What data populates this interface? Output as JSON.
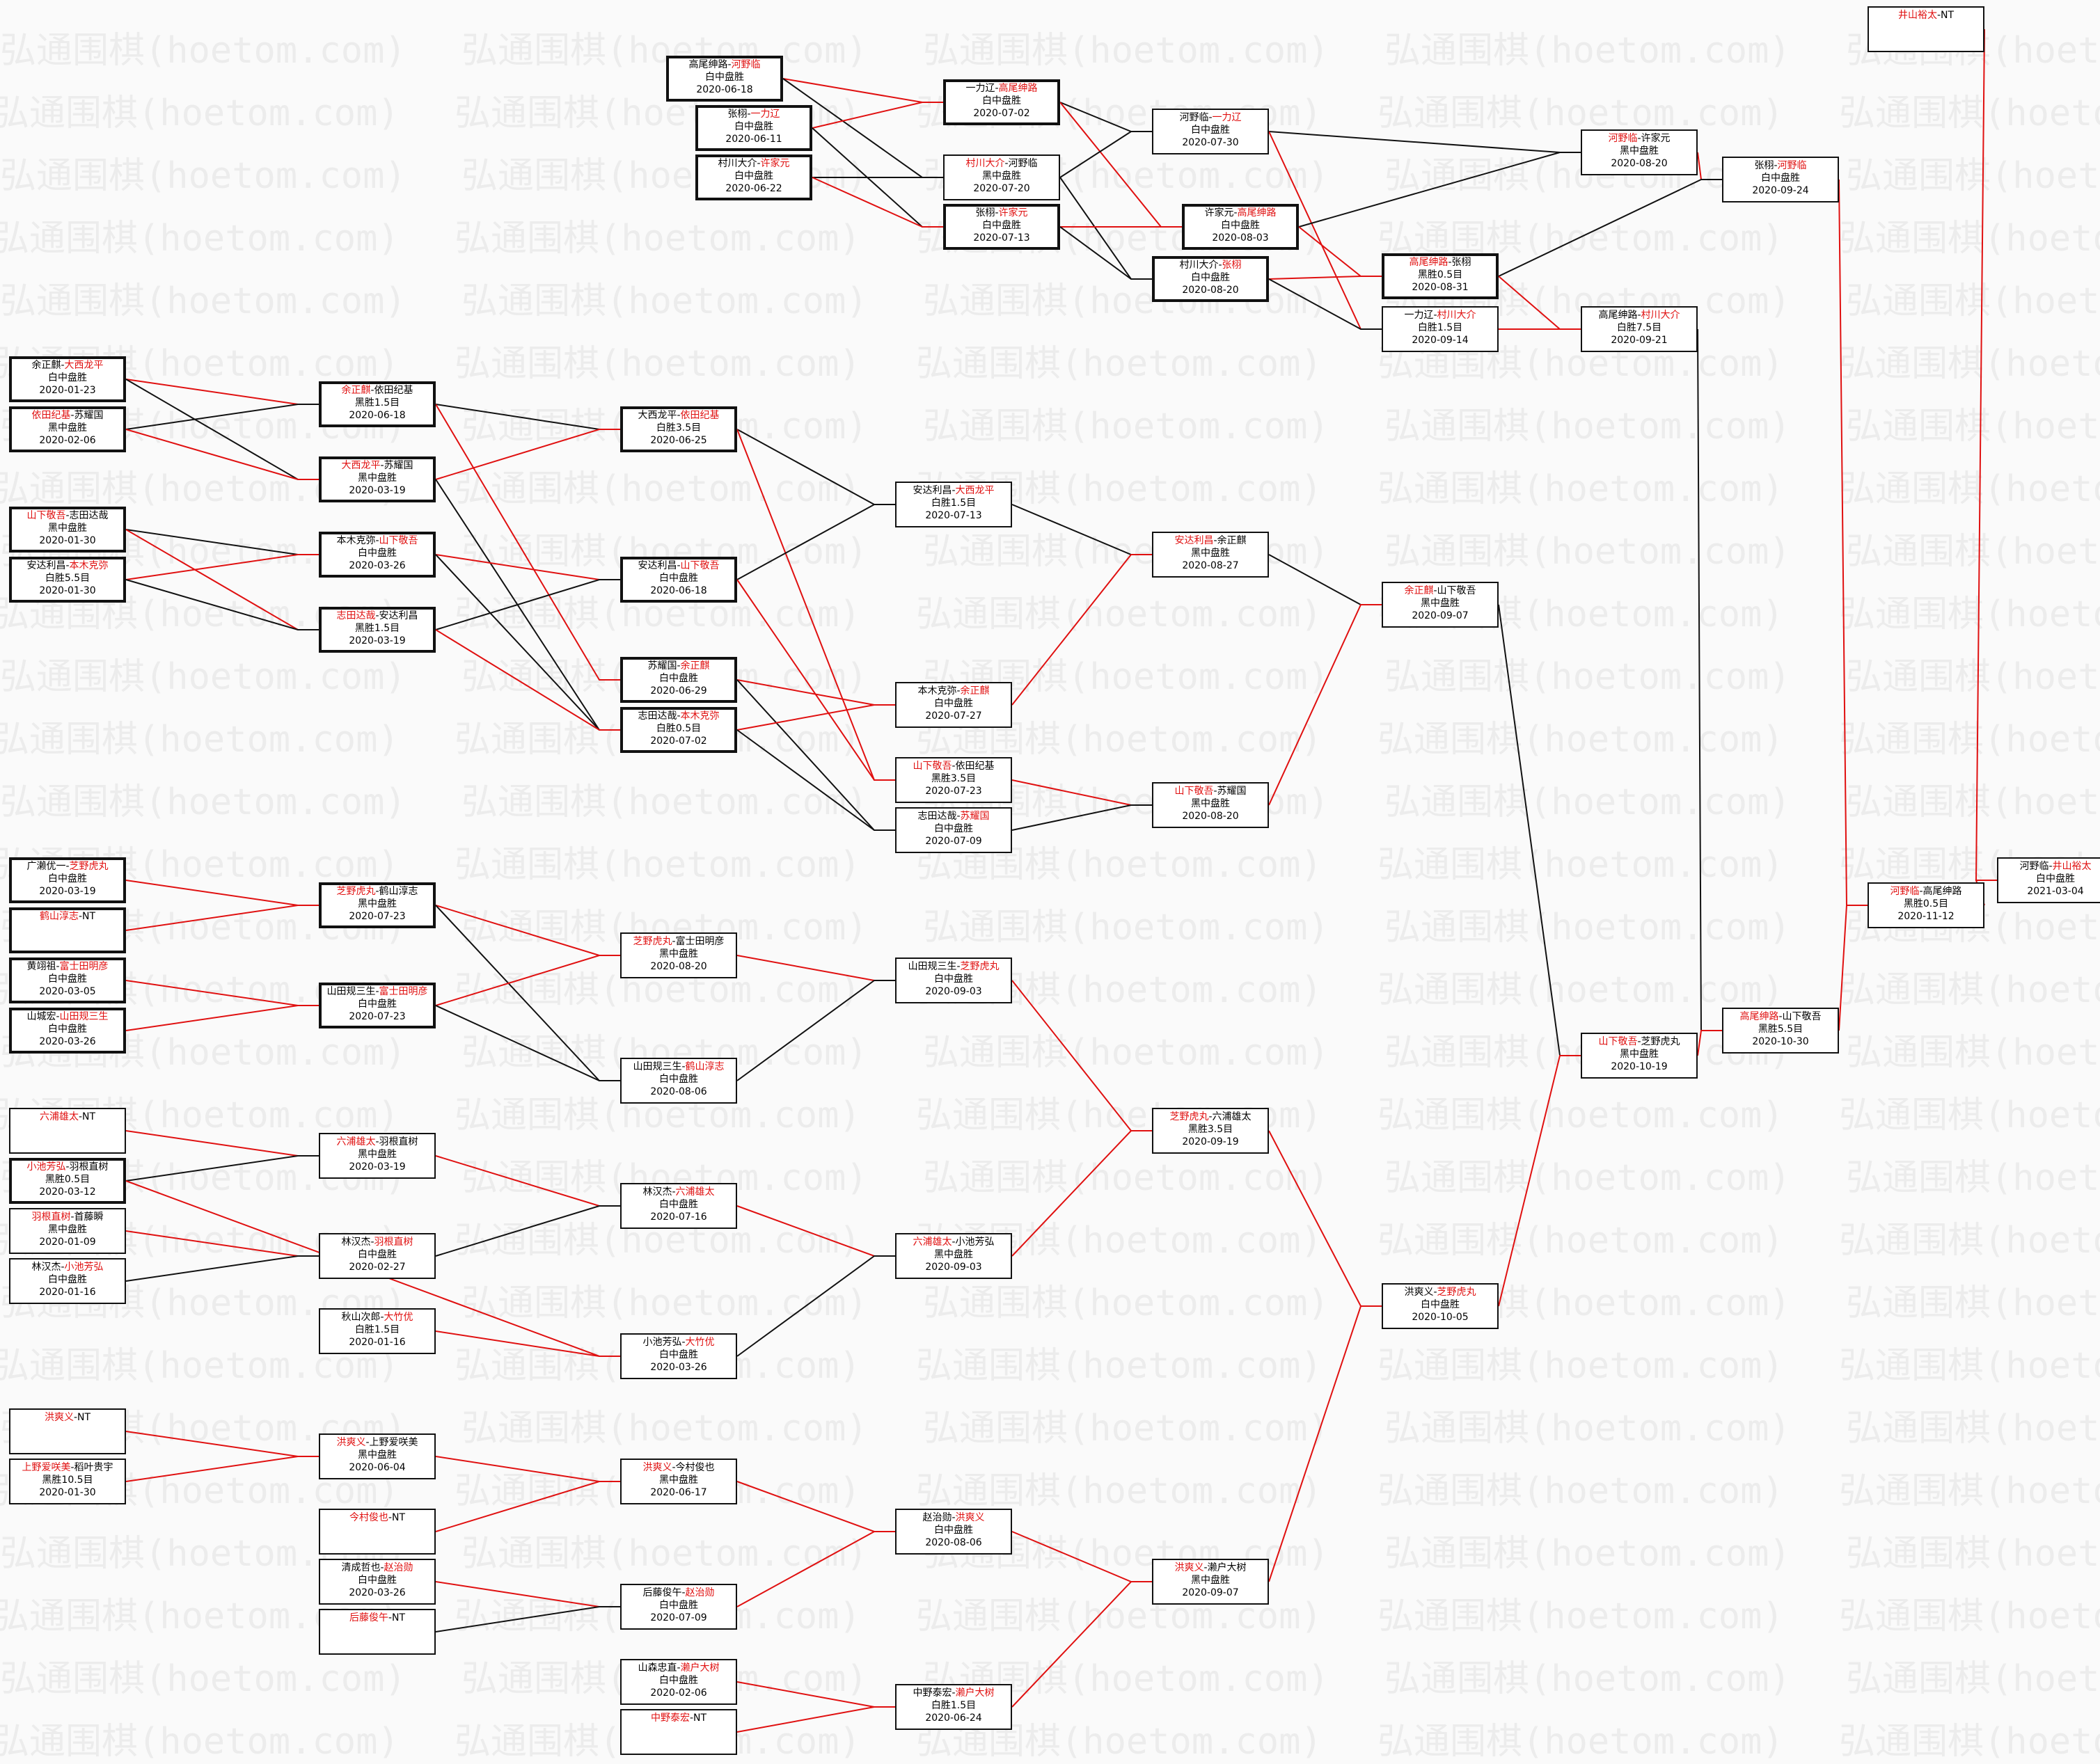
{
  "watermark": "弘通围棋(hoetom.com)",
  "colors": {
    "winner": "#e01010",
    "line_red": "#e01010",
    "line_black": "#111111"
  },
  "matches": [
    {
      "id": "r1a",
      "p1": "高尾绅路",
      "p2": "河野临",
      "winner": 2,
      "res": "白中盘胜",
      "date": "2020-06-18",
      "thick": true
    },
    {
      "id": "r1b",
      "p1": "张栩",
      "p2": "一力辽",
      "winner": 2,
      "res": "白中盘胜",
      "date": "2020-06-11",
      "thick": true
    },
    {
      "id": "r1c",
      "p1": "村川大介",
      "p2": "许家元",
      "winner": 2,
      "res": "白中盘胜",
      "date": "2020-06-22",
      "thick": true
    },
    {
      "id": "r2a",
      "p1": "一力辽",
      "p2": "高尾绅路",
      "winner": 2,
      "res": "白中盘胜",
      "date": "2020-07-02",
      "thick": true
    },
    {
      "id": "r2b",
      "p1": "村川大介",
      "p2": "河野临",
      "winner": 1,
      "res": "黑中盘胜",
      "date": "2020-07-20",
      "thick": false
    },
    {
      "id": "r2c",
      "p1": "张栩",
      "p2": "许家元",
      "winner": 2,
      "res": "白中盘胜",
      "date": "2020-07-13",
      "thick": true
    },
    {
      "id": "r3a",
      "p1": "河野临",
      "p2": "一力辽",
      "winner": 2,
      "res": "白中盘胜",
      "date": "2020-07-30",
      "thick": false
    },
    {
      "id": "r3b",
      "p1": "许家元",
      "p2": "高尾绅路",
      "winner": 2,
      "res": "白中盘胜",
      "date": "2020-08-03",
      "thick": true
    },
    {
      "id": "r3c",
      "p1": "村川大介",
      "p2": "张栩",
      "winner": 2,
      "res": "白中盘胜",
      "date": "2020-08-20",
      "thick": true
    },
    {
      "id": "r4a",
      "p1": "河野临",
      "p2": "许家元",
      "winner": 1,
      "res": "黑中盘胜",
      "date": "2020-08-20",
      "thick": false
    },
    {
      "id": "r4b",
      "p1": "高尾绅路",
      "p2": "张栩",
      "winner": 1,
      "res": "黑胜0.5目",
      "date": "2020-08-31",
      "thick": true
    },
    {
      "id": "r4c",
      "p1": "一力辽",
      "p2": "村川大介",
      "winner": 2,
      "res": "白胜1.5目",
      "date": "2020-09-14",
      "thick": false
    },
    {
      "id": "r5a",
      "p1": "张栩",
      "p2": "河野临",
      "winner": 2,
      "res": "白中盘胜",
      "date": "2020-09-24",
      "thick": false
    },
    {
      "id": "r5b",
      "p1": "高尾绅路",
      "p2": "村川大介",
      "winner": 2,
      "res": "白胜7.5目",
      "date": "2020-09-21",
      "thick": false
    },
    {
      "id": "top",
      "p1": "井山裕太",
      "p2": "",
      "winner": 1,
      "res": "",
      "date": "",
      "nt": true,
      "thick": false
    },
    {
      "id": "a1",
      "p1": "余正麒",
      "p2": "大西龙平",
      "winner": 2,
      "res": "白中盘胜",
      "date": "2020-01-23",
      "thick": true
    },
    {
      "id": "a2",
      "p1": "依田纪基",
      "p2": "苏耀国",
      "winner": 1,
      "res": "黑中盘胜",
      "date": "2020-02-06",
      "thick": true
    },
    {
      "id": "a3",
      "p1": "山下敬吾",
      "p2": "志田达哉",
      "winner": 1,
      "res": "黑中盘胜",
      "date": "2020-01-30",
      "thick": true
    },
    {
      "id": "a4",
      "p1": "安达利昌",
      "p2": "本木克弥",
      "winner": 2,
      "res": "白胜5.5目",
      "date": "2020-01-30",
      "thick": true
    },
    {
      "id": "b1",
      "p1": "余正麒",
      "p2": "依田纪基",
      "winner": 1,
      "res": "黑胜1.5目",
      "date": "2020-06-18",
      "thick": true
    },
    {
      "id": "b2",
      "p1": "大西龙平",
      "p2": "苏耀国",
      "winner": 1,
      "res": "黑中盘胜",
      "date": "2020-03-19",
      "thick": true
    },
    {
      "id": "b3",
      "p1": "本木克弥",
      "p2": "山下敬吾",
      "winner": 2,
      "res": "白中盘胜",
      "date": "2020-03-26",
      "thick": true
    },
    {
      "id": "b4",
      "p1": "志田达哉",
      "p2": "安达利昌",
      "winner": 1,
      "res": "黑胜1.5目",
      "date": "2020-03-19",
      "thick": true
    },
    {
      "id": "c1",
      "p1": "大西龙平",
      "p2": "依田纪基",
      "winner": 2,
      "res": "白胜3.5目",
      "date": "2020-06-25",
      "thick": true
    },
    {
      "id": "c2",
      "p1": "安达利昌",
      "p2": "山下敬吾",
      "winner": 2,
      "res": "白中盘胜",
      "date": "2020-06-18",
      "thick": true
    },
    {
      "id": "c3",
      "p1": "苏耀国",
      "p2": "余正麒",
      "winner": 2,
      "res": "白中盘胜",
      "date": "2020-06-29",
      "thick": true
    },
    {
      "id": "c4",
      "p1": "志田达哉",
      "p2": "本木克弥",
      "winner": 2,
      "res": "白胜0.5目",
      "date": "2020-07-02",
      "thick": true
    },
    {
      "id": "d1",
      "p1": "安达利昌",
      "p2": "大西龙平",
      "winner": 2,
      "res": "白胜1.5目",
      "date": "2020-07-13",
      "thick": false
    },
    {
      "id": "d2",
      "p1": "本木克弥",
      "p2": "余正麒",
      "winner": 2,
      "res": "白中盘胜",
      "date": "2020-07-27",
      "thick": false
    },
    {
      "id": "d3",
      "p1": "山下敬吾",
      "p2": "依田纪基",
      "winner": 1,
      "res": "黑胜3.5目",
      "date": "2020-07-23",
      "thick": false
    },
    {
      "id": "d4",
      "p1": "志田达哉",
      "p2": "苏耀国",
      "winner": 2,
      "res": "白中盘胜",
      "date": "2020-07-09",
      "thick": false
    },
    {
      "id": "e1",
      "p1": "安达利昌",
      "p2": "余正麒",
      "winner": 1,
      "res": "黑中盘胜",
      "date": "2020-08-27",
      "thick": false
    },
    {
      "id": "e2",
      "p1": "山下敬吾",
      "p2": "苏耀国",
      "winner": 1,
      "res": "黑中盘胜",
      "date": "2020-08-20",
      "thick": false
    },
    {
      "id": "f1",
      "p1": "余正麒",
      "p2": "山下敬吾",
      "winner": 1,
      "res": "黑中盘胜",
      "date": "2020-09-07",
      "thick": false
    },
    {
      "id": "g1",
      "p1": "广濑优一",
      "p2": "芝野虎丸",
      "winner": 2,
      "res": "白中盘胜",
      "date": "2020-03-19",
      "thick": true
    },
    {
      "id": "g2",
      "p1": "鹤山淳志",
      "p2": "",
      "winner": 1,
      "res": "",
      "date": "",
      "nt": true,
      "thick": true
    },
    {
      "id": "g3",
      "p1": "黄翊祖",
      "p2": "富士田明彦",
      "winner": 2,
      "res": "白中盘胜",
      "date": "2020-03-05",
      "thick": true
    },
    {
      "id": "g4",
      "p1": "山城宏",
      "p2": "山田规三生",
      "winner": 2,
      "res": "白中盘胜",
      "date": "2020-03-26",
      "thick": true
    },
    {
      "id": "h1",
      "p1": "芝野虎丸",
      "p2": "鹤山淳志",
      "winner": 1,
      "res": "黑中盘胜",
      "date": "2020-07-23",
      "thick": true
    },
    {
      "id": "h2",
      "p1": "山田规三生",
      "p2": "富士田明彦",
      "winner": 2,
      "res": "白中盘胜",
      "date": "2020-07-23",
      "thick": true
    },
    {
      "id": "i1",
      "p1": "芝野虎丸",
      "p2": "富士田明彦",
      "winner": 1,
      "res": "黑中盘胜",
      "date": "2020-08-20",
      "thick": false
    },
    {
      "id": "i2",
      "p1": "山田规三生",
      "p2": "鹤山淳志",
      "winner": 2,
      "res": "白中盘胜",
      "date": "2020-08-06",
      "thick": false
    },
    {
      "id": "j1",
      "p1": "山田规三生",
      "p2": "芝野虎丸",
      "winner": 2,
      "res": "白中盘胜",
      "date": "2020-09-03",
      "thick": false
    },
    {
      "id": "k1",
      "p1": "六浦雄太",
      "p2": "",
      "winner": 1,
      "res": "",
      "date": "",
      "nt": true,
      "thick": false
    },
    {
      "id": "k2",
      "p1": "小池芳弘",
      "p2": "羽根直树",
      "winner": 1,
      "res": "黑胜0.5目",
      "date": "2020-03-12",
      "thick": true
    },
    {
      "id": "k3",
      "p1": "羽根直树",
      "p2": "首藤瞬",
      "winner": 1,
      "res": "黑中盘胜",
      "date": "2020-01-09",
      "thick": false
    },
    {
      "id": "k4",
      "p1": "林汉杰",
      "p2": "小池芳弘",
      "winner": 2,
      "res": "白中盘胜",
      "date": "2020-01-16",
      "thick": false
    },
    {
      "id": "l1",
      "p1": "六浦雄太",
      "p2": "羽根直树",
      "winner": 1,
      "res": "黑中盘胜",
      "date": "2020-03-19",
      "thick": false
    },
    {
      "id": "l2",
      "p1": "林汉杰",
      "p2": "羽根直树",
      "winner": 2,
      "res": "白中盘胜",
      "date": "2020-02-27",
      "thick": false
    },
    {
      "id": "l3",
      "p1": "秋山次郎",
      "p2": "大竹优",
      "winner": 2,
      "res": "白胜1.5目",
      "date": "2020-01-16",
      "thick": false
    },
    {
      "id": "m1",
      "p1": "林汉杰",
      "p2": "六浦雄太",
      "winner": 2,
      "res": "白中盘胜",
      "date": "2020-07-16",
      "thick": false
    },
    {
      "id": "m2",
      "p1": "小池芳弘",
      "p2": "大竹优",
      "winner": 2,
      "res": "白中盘胜",
      "date": "2020-03-26",
      "thick": false
    },
    {
      "id": "n1",
      "p1": "六浦雄太",
      "p2": "小池芳弘",
      "winner": 1,
      "res": "黑中盘胜",
      "date": "2020-09-03",
      "thick": false
    },
    {
      "id": "o1",
      "p1": "芝野虎丸",
      "p2": "六浦雄太",
      "winner": 1,
      "res": "黑胜3.5目",
      "date": "2020-09-19",
      "thick": false
    },
    {
      "id": "p1",
      "p1": "洪爽义",
      "p2": "",
      "winner": 1,
      "res": "",
      "date": "",
      "nt": true,
      "thick": false
    },
    {
      "id": "p2",
      "p1": "上野爱咲美",
      "p2": "稻叶贵宇",
      "winner": 1,
      "res": "黑胜10.5目",
      "date": "2020-01-30",
      "thick": false
    },
    {
      "id": "q1",
      "p1": "洪爽义",
      "p2": "上野爱咲美",
      "winner": 1,
      "res": "黑中盘胜",
      "date": "2020-06-04",
      "thick": false
    },
    {
      "id": "q2",
      "p1": "今村俊也",
      "p2": "",
      "winner": 1,
      "res": "",
      "date": "",
      "nt": true,
      "thick": false
    },
    {
      "id": "q3",
      "p1": "清成哲也",
      "p2": "赵治勋",
      "winner": 2,
      "res": "白中盘胜",
      "date": "2020-03-26",
      "thick": false
    },
    {
      "id": "q4",
      "p1": "后藤俊午",
      "p2": "",
      "winner": 1,
      "res": "",
      "date": "",
      "nt": true,
      "thick": false
    },
    {
      "id": "r1",
      "p1": "洪爽义",
      "p2": "今村俊也",
      "winner": 1,
      "res": "黑中盘胜",
      "date": "2020-06-17",
      "thick": false
    },
    {
      "id": "r2",
      "p1": "后藤俊午",
      "p2": "赵治勋",
      "winner": 2,
      "res": "白中盘胜",
      "date": "2020-07-09",
      "thick": false
    },
    {
      "id": "r3",
      "p1": "山森忠直",
      "p2": "濑户大树",
      "winner": 2,
      "res": "白中盘胜",
      "date": "2020-02-06",
      "thick": false
    },
    {
      "id": "r4",
      "p1": "中野泰宏",
      "p2": "",
      "winner": 1,
      "res": "",
      "date": "",
      "nt": true,
      "thick": false
    },
    {
      "id": "s1",
      "p1": "赵治勋",
      "p2": "洪爽义",
      "winner": 2,
      "res": "白中盘胜",
      "date": "2020-08-06",
      "thick": false
    },
    {
      "id": "s2",
      "p1": "中野泰宏",
      "p2": "濑户大树",
      "winner": 2,
      "res": "白胜1.5目",
      "date": "2020-06-24",
      "thick": false
    },
    {
      "id": "t1",
      "p1": "洪爽义",
      "p2": "濑户大树",
      "winner": 1,
      "res": "黑中盘胜",
      "date": "2020-09-07",
      "thick": false
    },
    {
      "id": "u1",
      "p1": "洪爽义",
      "p2": "芝野虎丸",
      "winner": 2,
      "res": "白中盘胜",
      "date": "2020-10-05",
      "thick": false
    },
    {
      "id": "v1",
      "p1": "山下敬吾",
      "p2": "芝野虎丸",
      "winner": 1,
      "res": "黑中盘胜",
      "date": "2020-10-19",
      "thick": false
    },
    {
      "id": "w1",
      "p1": "高尾绅路",
      "p2": "山下敬吾",
      "winner": 1,
      "res": "黑胜5.5目",
      "date": "2020-10-30",
      "thick": false
    },
    {
      "id": "x1",
      "p1": "河野临",
      "p2": "高尾绅路",
      "winner": 1,
      "res": "黑胜0.5目",
      "date": "2020-11-12",
      "thick": false
    },
    {
      "id": "final",
      "p1": "河野临",
      "p2": "井山裕太",
      "winner": 2,
      "res": "白中盘胜",
      "date": "2021-03-04",
      "thick": false
    }
  ],
  "links": [
    [
      "r1a",
      "r2a",
      "red"
    ],
    [
      "r1a",
      "r2b",
      "black"
    ],
    [
      "r1b",
      "r2a",
      "red"
    ],
    [
      "r1b",
      "r2c",
      "black"
    ],
    [
      "r1c",
      "r2b",
      "black"
    ],
    [
      "r1c",
      "r2c",
      "red"
    ],
    [
      "r2a",
      "r3a",
      "black"
    ],
    [
      "r2a",
      "r3b",
      "red"
    ],
    [
      "r2b",
      "r3a",
      "black"
    ],
    [
      "r2b",
      "r3c",
      "black"
    ],
    [
      "r2c",
      "r3b",
      "red"
    ],
    [
      "r2c",
      "r3c",
      "black"
    ],
    [
      "r3a",
      "r4a",
      "black"
    ],
    [
      "r3a",
      "r4c",
      "red"
    ],
    [
      "r3b",
      "r4a",
      "black"
    ],
    [
      "r3b",
      "r4b",
      "red"
    ],
    [
      "r3c",
      "r4b",
      "red"
    ],
    [
      "r3c",
      "r4c",
      "black"
    ],
    [
      "r4a",
      "r5a",
      "red"
    ],
    [
      "r4b",
      "r5a",
      "black"
    ],
    [
      "r4b",
      "r5b",
      "red"
    ],
    [
      "r4c",
      "r5b",
      "red"
    ],
    [
      "r5a",
      "x1",
      "red"
    ],
    [
      "r5b",
      "w1",
      "black"
    ],
    [
      "top",
      "final",
      "red"
    ],
    [
      "a1",
      "b1",
      "red"
    ],
    [
      "a1",
      "b2",
      "black"
    ],
    [
      "a2",
      "b1",
      "black"
    ],
    [
      "a2",
      "b2",
      "red"
    ],
    [
      "a3",
      "b3",
      "black"
    ],
    [
      "a3",
      "b4",
      "red"
    ],
    [
      "a4",
      "b3",
      "red"
    ],
    [
      "a4",
      "b4",
      "black"
    ],
    [
      "b1",
      "c1",
      "black"
    ],
    [
      "b1",
      "c3",
      "red"
    ],
    [
      "b2",
      "c1",
      "red"
    ],
    [
      "b2",
      "c4",
      "black"
    ],
    [
      "b3",
      "c2",
      "red"
    ],
    [
      "b3",
      "c4",
      "black"
    ],
    [
      "b4",
      "c2",
      "black"
    ],
    [
      "b4",
      "c4",
      "red"
    ],
    [
      "c1",
      "d1",
      "black"
    ],
    [
      "c1",
      "d3",
      "red"
    ],
    [
      "c2",
      "d1",
      "black"
    ],
    [
      "c2",
      "d3",
      "red"
    ],
    [
      "c3",
      "d2",
      "red"
    ],
    [
      "c3",
      "d4",
      "black"
    ],
    [
      "c4",
      "d2",
      "red"
    ],
    [
      "c4",
      "d4",
      "black"
    ],
    [
      "d1",
      "e1",
      "black"
    ],
    [
      "d2",
      "e1",
      "red"
    ],
    [
      "d3",
      "e2",
      "red"
    ],
    [
      "d4",
      "e2",
      "black"
    ],
    [
      "e1",
      "f1",
      "black"
    ],
    [
      "e2",
      "f1",
      "red"
    ],
    [
      "f1",
      "v1",
      "black"
    ],
    [
      "g1",
      "h1",
      "red"
    ],
    [
      "g2",
      "h1",
      "red"
    ],
    [
      "g3",
      "h2",
      "red"
    ],
    [
      "g4",
      "h2",
      "red"
    ],
    [
      "h1",
      "i1",
      "red"
    ],
    [
      "h1",
      "i2",
      "black"
    ],
    [
      "h2",
      "i1",
      "red"
    ],
    [
      "h2",
      "i2",
      "black"
    ],
    [
      "i1",
      "j1",
      "red"
    ],
    [
      "i2",
      "j1",
      "black"
    ],
    [
      "j1",
      "o1",
      "red"
    ],
    [
      "k1",
      "l1",
      "red"
    ],
    [
      "k2",
      "l1",
      "black"
    ],
    [
      "k2",
      "m2",
      "red"
    ],
    [
      "k3",
      "l2",
      "red"
    ],
    [
      "k4",
      "l2",
      "black"
    ],
    [
      "l1",
      "m1",
      "red"
    ],
    [
      "l2",
      "m1",
      "black"
    ],
    [
      "l3",
      "m2",
      "red"
    ],
    [
      "m1",
      "n1",
      "red"
    ],
    [
      "m2",
      "n1",
      "black"
    ],
    [
      "n1",
      "o1",
      "red"
    ],
    [
      "o1",
      "u1",
      "red"
    ],
    [
      "p1",
      "q1",
      "red"
    ],
    [
      "p2",
      "q1",
      "red"
    ],
    [
      "q1",
      "r1",
      "red"
    ],
    [
      "q2",
      "r1",
      "red"
    ],
    [
      "q3",
      "r2",
      "red"
    ],
    [
      "q4",
      "r2",
      "black"
    ],
    [
      "r1",
      "s1",
      "red"
    ],
    [
      "r2",
      "s1",
      "red"
    ],
    [
      "r3",
      "s2",
      "red"
    ],
    [
      "r4",
      "s2",
      "red"
    ],
    [
      "s1",
      "t1",
      "red"
    ],
    [
      "s2",
      "t1",
      "red"
    ],
    [
      "t1",
      "u1",
      "red"
    ],
    [
      "u1",
      "v1",
      "red"
    ],
    [
      "v1",
      "w1",
      "red"
    ],
    [
      "w1",
      "x1",
      "red"
    ],
    [
      "x1",
      "final",
      "red"
    ]
  ]
}
